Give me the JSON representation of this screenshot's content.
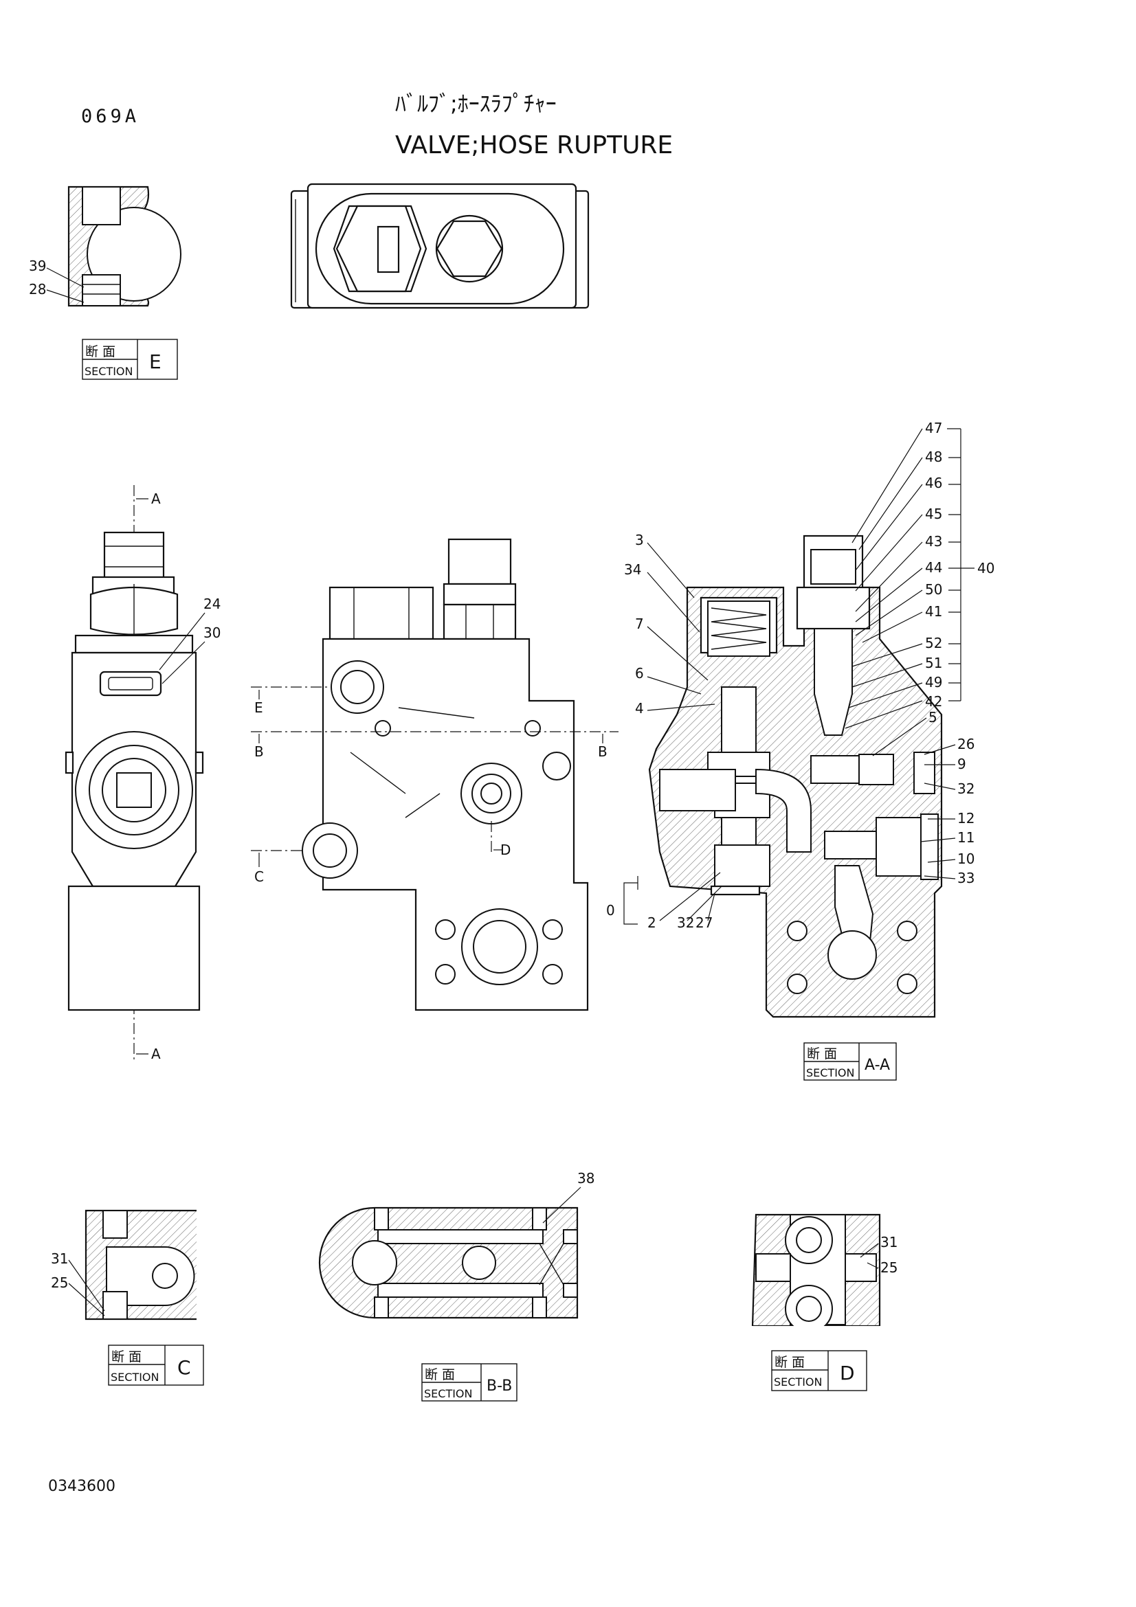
{
  "header": {
    "page_code": "069A",
    "title_katakana": "ﾊﾞﾙﾌﾞ;ﾎｰｽﾗﾌﾟﾁｬｰ",
    "title_english": "VALVE;HOSE RUPTURE"
  },
  "footer": {
    "drawing_number": "0343600"
  },
  "section_boxes": {
    "kanji": "断 面",
    "word": "SECTION",
    "e": "E",
    "aa": "A-A",
    "c": "C",
    "bb": "B-B",
    "d": "D"
  },
  "cut_markers": {
    "a": "A",
    "b": "B",
    "c": "C",
    "d": "D",
    "e": "E"
  },
  "part_callouts": {
    "p2": "2",
    "p3": "3",
    "p4": "4",
    "p5": "5",
    "p6": "6",
    "p7": "7",
    "p9": "9",
    "p10": "10",
    "p11": "11",
    "p12": "12",
    "p24": "24",
    "p25": "25",
    "p26": "26",
    "p27": "27",
    "p28": "28",
    "p30": "30",
    "p31": "31",
    "p32": "32",
    "p33": "33",
    "p34": "34",
    "p38": "38",
    "p39": "39",
    "p40": "40",
    "p41": "41",
    "p42": "42",
    "p43": "43",
    "p44": "44",
    "p45": "45",
    "p46": "46",
    "p47": "47",
    "p48": "48",
    "p49": "49",
    "p50": "50",
    "p51": "51",
    "p52": "52",
    "p0": "0"
  }
}
